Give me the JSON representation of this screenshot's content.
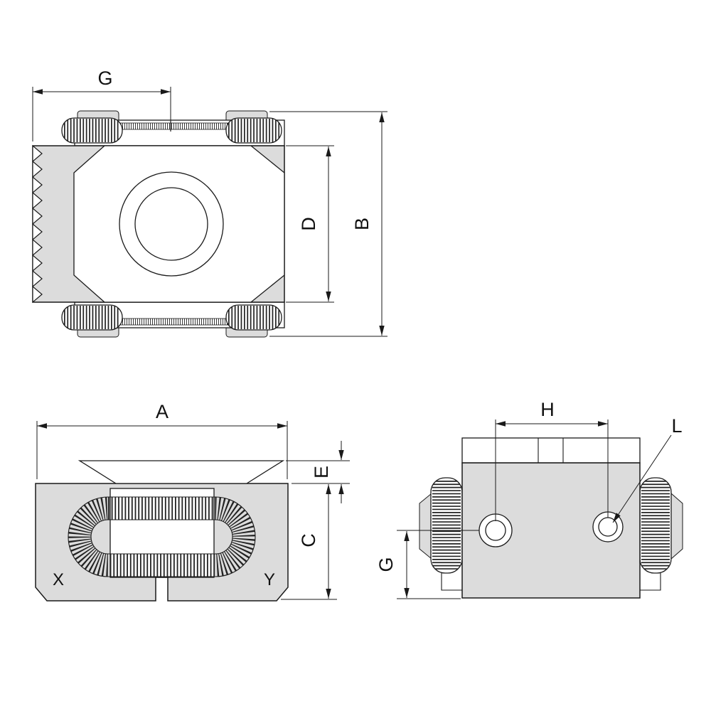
{
  "drawing": {
    "top_view": {
      "dim_width": "G",
      "dim_inner_height": "D",
      "dim_overall_height": "B"
    },
    "front_view": {
      "dim_width": "A",
      "dim_chamfer_height": "E",
      "dim_body_height": "C",
      "jaw_left": "X",
      "jaw_right": "Y"
    },
    "side_view": {
      "dim_hole_spacing": "H",
      "hole_callout": "L",
      "dim_hole_height": "G"
    },
    "colors": {
      "body_fill": "#dcdcdc",
      "line": "#1a1a1a",
      "coil": "#222222",
      "background": "#ffffff"
    }
  }
}
